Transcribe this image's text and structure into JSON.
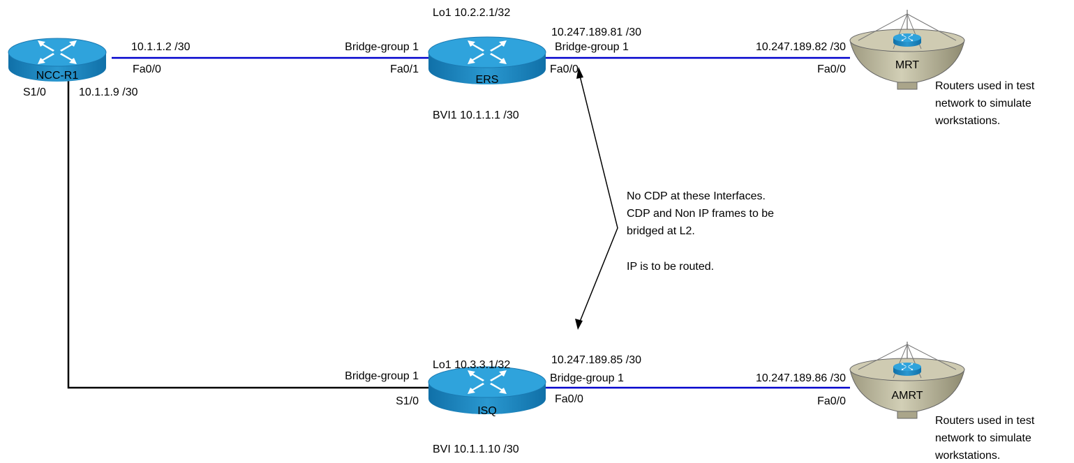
{
  "devices": {
    "ncc_r1": {
      "name": "NCC-R1"
    },
    "ers": {
      "name": "ERS"
    },
    "isq": {
      "name": "ISQ"
    },
    "mrt": {
      "name": "MRT"
    },
    "amrt": {
      "name": "AMRT"
    }
  },
  "labels": {
    "ncc_fa00_ip": "10.1.1.2 /30",
    "ncc_fa00": "Fa0/0",
    "ncc_s10": "S1/0",
    "ncc_s10_ip": "10.1.1.9 /30",
    "ers_lo1": "Lo1 10.2.2.1/32",
    "ers_bg_left": "Bridge-group 1",
    "ers_fa01": "Fa0/1",
    "ers_right_ip": "10.247.189.81 /30",
    "ers_bg_right": "Bridge-group 1",
    "ers_fa00": "Fa0/0",
    "ers_bvi": "BVI1 10.1.1.1 /30",
    "mrt_ip": "10.247.189.82 /30",
    "mrt_fa00": "Fa0/0",
    "isq_lo1": "Lo1 10.3.3.1/32",
    "isq_bg_left": "Bridge-group 1",
    "isq_s10": "S1/0",
    "isq_right_ip": "10.247.189.85 /30",
    "isq_bg_right": "Bridge-group 1",
    "isq_fa00": "Fa0/0",
    "isq_bvi": "BVI 10.1.1.10 /30",
    "amrt_ip": "10.247.189.86 /30",
    "amrt_fa00": "Fa0/0"
  },
  "note": {
    "line1": "No CDP at these Interfaces.",
    "line2": "CDP and Non IP frames to be",
    "line3": "bridged at L2.",
    "line4": "IP is to be routed."
  },
  "side_notes": {
    "top": [
      "Routers used in test",
      "network to simulate",
      "workstations."
    ],
    "bottom": [
      "Routers used in test",
      "network to simulate",
      "workstations."
    ]
  },
  "colors": {
    "ethernet_link": "#0000cc",
    "serial_link": "#000000",
    "router_top": "#2a9fd6",
    "router_side": "#1a78b0",
    "dish": "#c4c0a4"
  }
}
